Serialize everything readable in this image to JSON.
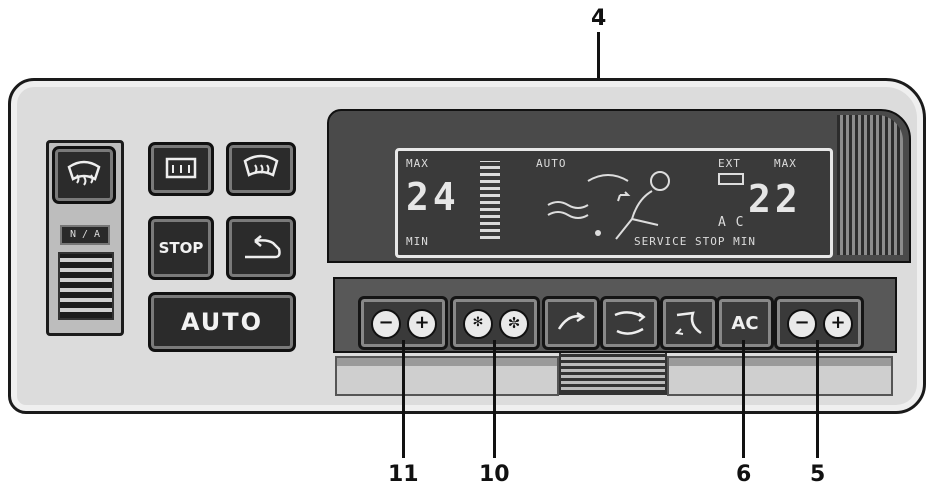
{
  "callouts": {
    "display": "4",
    "temp_left": "11",
    "fan": "10",
    "ac": "6",
    "temp_right": "5"
  },
  "buttons": {
    "stop": "STOP",
    "auto": "AUTO",
    "ac": "AC",
    "minus": "−",
    "plus": "+"
  },
  "display": {
    "top_left": "MAX",
    "top_center": "AUTO",
    "top_right_a": "EXT",
    "top_right_b": "MAX",
    "temp_left": "24",
    "temp_right": "22",
    "ac_indicator": "A C",
    "bottom_left": "MIN",
    "bottom_right": "SERVICE STOP MIN"
  },
  "left_panel": {
    "badge": "N / A"
  }
}
